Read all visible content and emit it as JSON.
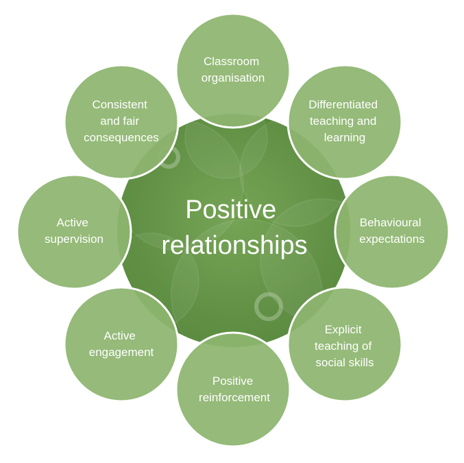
{
  "diagram": {
    "center": {
      "lines": [
        "Positive",
        "relationships"
      ]
    },
    "nodes": [
      {
        "id": "classroom",
        "lines": [
          "Classroom",
          "organisation"
        ]
      },
      {
        "id": "differentiated",
        "lines": [
          "Differentiated",
          "teaching and",
          "learning"
        ]
      },
      {
        "id": "behavioural",
        "lines": [
          "Behavioural",
          "expectations"
        ]
      },
      {
        "id": "explicit",
        "lines": [
          "Explicit",
          "teaching of",
          "social skills"
        ]
      },
      {
        "id": "reinforcement",
        "lines": [
          "Positive",
          "reinforcement"
        ]
      },
      {
        "id": "engagement",
        "lines": [
          "Active",
          "engagement"
        ]
      },
      {
        "id": "supervision",
        "lines": [
          "Active",
          "supervision"
        ]
      },
      {
        "id": "consequences",
        "lines": [
          "Consistent",
          "and fair",
          "consequences"
        ]
      }
    ],
    "colors": {
      "center": "#5a8c3c",
      "node": "#8db56f",
      "node_stroke": "#ffffff",
      "text": "#ffffff"
    }
  }
}
